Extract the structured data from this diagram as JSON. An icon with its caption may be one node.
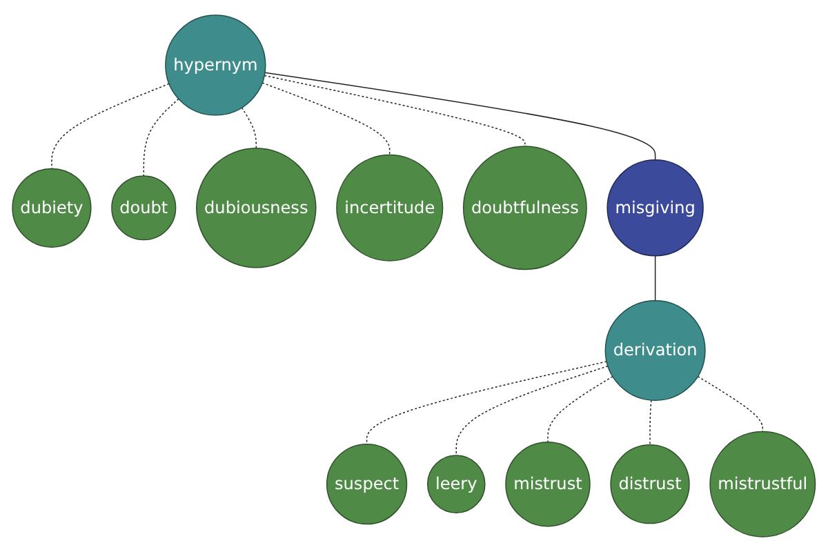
{
  "diagram": {
    "nodes": [
      {
        "text": [
          "dubiety"
        ]
      },
      {
        "text": [
          "doubt"
        ]
      },
      {
        "text": [
          "dubiousness"
        ]
      },
      {
        "text": [
          "hypernym"
        ]
      },
      {
        "text": [
          "incertitude"
        ]
      },
      {
        "text": [
          "doubtfulness"
        ]
      },
      {
        "text": [
          "misgiving"
        ]
      },
      {
        "text": [
          "suspect"
        ]
      },
      {
        "text": [
          "derivation"
        ]
      },
      {
        "text": [
          "leery"
        ]
      },
      {
        "text": [
          "mistrust"
        ]
      },
      {
        "text": [
          "distrust"
        ]
      },
      {
        "text": [
          "mistrustful"
        ]
      }
    ],
    "edges": [
      {
        "from": 3,
        "to": 1,
        "arrow": "none",
        "style": "dashed"
      },
      {
        "from": 3,
        "to": 0,
        "arrow": "none",
        "style": "dashed"
      },
      {
        "from": 3,
        "to": 2,
        "arrow": "none",
        "style": "dashed"
      },
      {
        "from": 3,
        "to": 4,
        "arrow": "none",
        "style": "dashed"
      },
      {
        "from": 3,
        "to": 5,
        "arrow": "none",
        "style": "dashed"
      },
      {
        "from": 3,
        "to": 6,
        "arrow": "none"
      },
      {
        "from": 6,
        "to": 8,
        "arrow": "none"
      },
      {
        "from": 8,
        "to": 7,
        "arrow": "none",
        "style": "dashed"
      },
      {
        "from": 8,
        "to": 9,
        "arrow": "none",
        "style": "dashed"
      },
      {
        "from": 8,
        "to": 10,
        "arrow": "none",
        "style": "dashed"
      },
      {
        "from": 8,
        "to": 11,
        "arrow": "none",
        "style": "dashed"
      },
      {
        "from": 8,
        "to": 12,
        "arrow": "none",
        "style": "dashed"
      }
    ]
  }
}
